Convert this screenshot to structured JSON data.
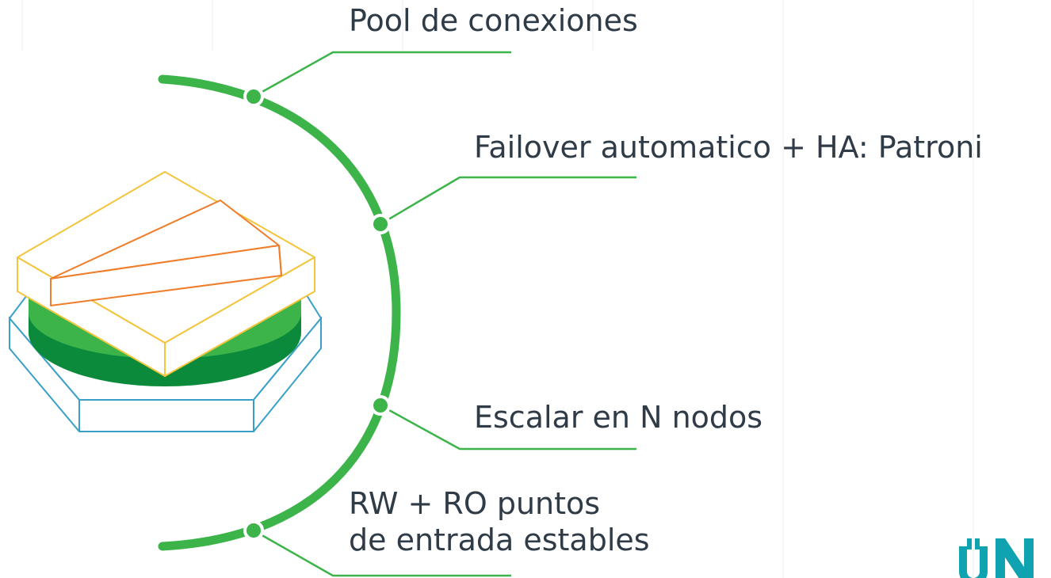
{
  "labels": {
    "pool": "Pool de conexiones",
    "failover": "Failover automatico + HA: Patroni",
    "escalar": "Escalar en N nodos",
    "rw_line1": "RW + RO puntos",
    "rw_line2": "de entrada estables"
  },
  "colors": {
    "arc": "#3cb44a",
    "leader": "#3cb44a",
    "text": "#2f3b47",
    "hexagon": "#3aa0c8",
    "yellow_slab": "#f2c53d",
    "orange_slab": "#ef7d2a",
    "cylinder_dark": "#0b8a3c",
    "cylinder_light": "#3cb44a",
    "logo": "#0fa3b1"
  },
  "icons": {
    "stack": "database-stack-icon",
    "logo": "brand-logo-icon"
  }
}
